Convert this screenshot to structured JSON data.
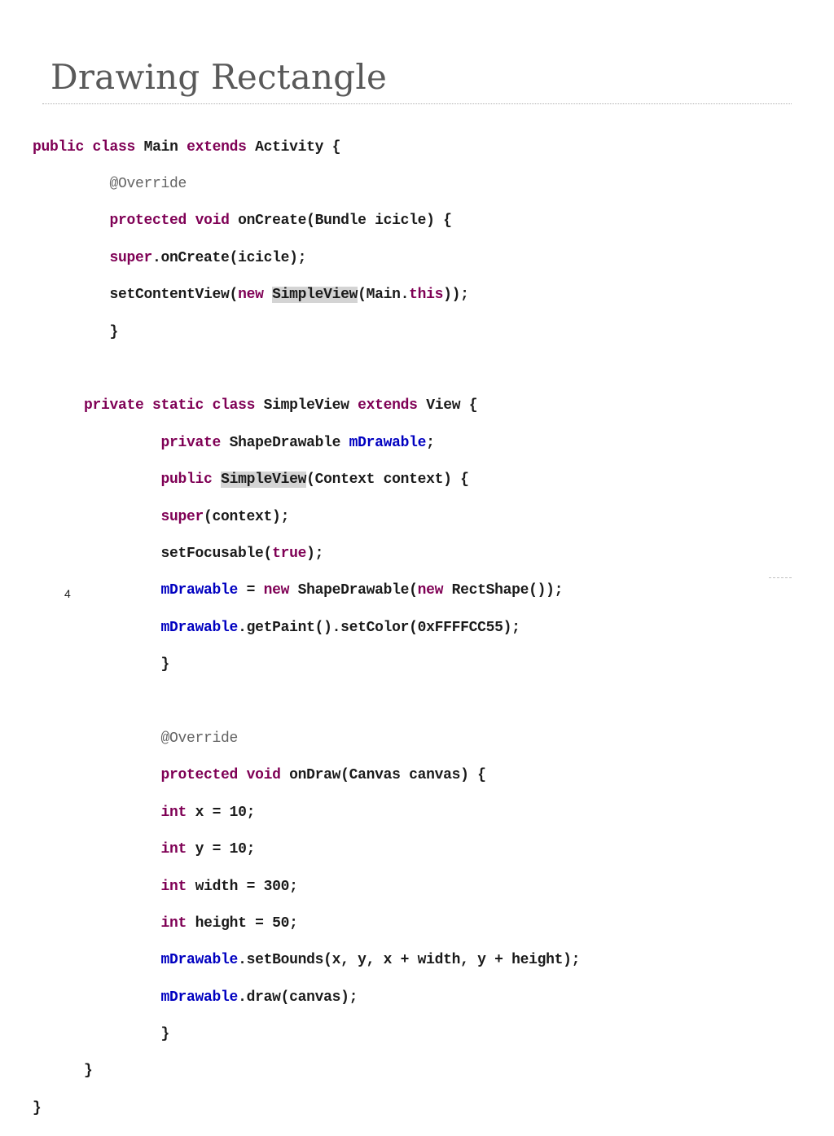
{
  "slide": {
    "title": "Drawing Rectangle",
    "page_number": "4"
  },
  "code": {
    "class_decl": {
      "kw1": "public",
      "kw2": "class",
      "name": "Main",
      "kw3": "extends",
      "parent": "Activity {"
    },
    "override1": "@Override",
    "oncreate": {
      "kw1": "protected",
      "kw2": "void",
      "rest": "onCreate(Bundle icicle) {"
    },
    "super_call": {
      "kw": "super",
      "rest": ".onCreate(icicle);"
    },
    "set_content": {
      "a": "setContentView(",
      "kw": "new",
      "hl": "SimpleView",
      "b": "(Main.",
      "kw2": "this",
      "c": "));"
    },
    "close1": "}",
    "inner_class": {
      "kw1": "private",
      "kw2": "static",
      "kw3": "class",
      "name": "SimpleView",
      "kw4": "extends",
      "parent": "View {"
    },
    "field": {
      "kw": "private",
      "type": "ShapeDrawable",
      "field": "mDrawable",
      "end": ";"
    },
    "ctor": {
      "kw": "public",
      "hl": "SimpleView",
      "rest": "(Context context) {"
    },
    "super_ctx": {
      "kw": "super",
      "rest": "(context);"
    },
    "focus": {
      "a": "setFocusable(",
      "kw": "true",
      "b": ");"
    },
    "assign": {
      "field": "mDrawable",
      "a": " = ",
      "kw": "new",
      "b": " ShapeDrawable(",
      "kw2": "new",
      "c": " RectShape());"
    },
    "paint": {
      "field": "mDrawable",
      "rest": ".getPaint().setColor(0xFFFFCC55);"
    },
    "close2": "}",
    "override2": "@Override",
    "ondraw": {
      "kw1": "protected",
      "kw2": "void",
      "rest": "onDraw(Canvas canvas) {"
    },
    "var_x": {
      "kw": "int",
      "rest": "x = 10;"
    },
    "var_y": {
      "kw": "int",
      "rest": "y = 10;"
    },
    "var_w": {
      "kw": "int",
      "rest": "width = 300;"
    },
    "var_h": {
      "kw": "int",
      "rest": "height = 50;"
    },
    "bounds": {
      "field": "mDrawable",
      "rest": ".setBounds(x, y, x + width, y + height);"
    },
    "draw": {
      "field": "mDrawable",
      "rest": ".draw(canvas);"
    },
    "close3": "}",
    "close4": "}",
    "close5": "}"
  }
}
